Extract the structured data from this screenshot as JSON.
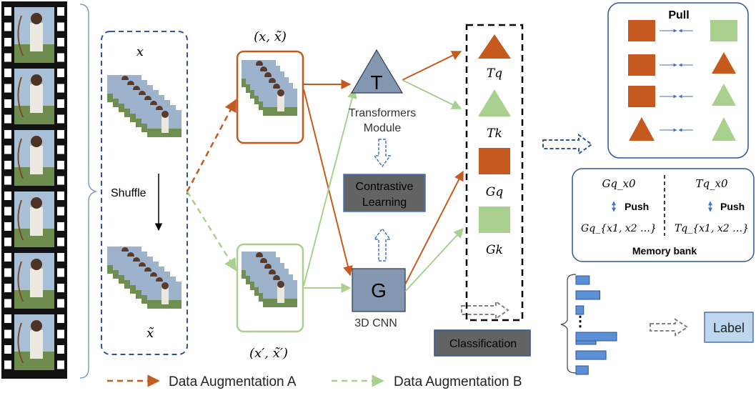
{
  "colors": {
    "orange": "#c65a1e",
    "green": "#a9d08e",
    "navy_dash": "#2f5597",
    "slate": "#8497b0",
    "dark_gray": "#636363",
    "label_blue": "#bdd7ee",
    "bar_blue": "#5b8fd6"
  },
  "video": {
    "x_label": "x",
    "x_tilde_label": "x̃",
    "shuffle_label": "Shuffle"
  },
  "aug": {
    "pair_a_label": "(x, x̃)",
    "pair_b_label": "(x′, x̃′)"
  },
  "transformer": {
    "letter": "T",
    "caption_line1": "Transformers",
    "caption_line2": "Module"
  },
  "cnn": {
    "letter": "G",
    "caption": "3D CNN"
  },
  "contrastive": {
    "line1": "Contrastive",
    "line2": "Learning"
  },
  "features": {
    "tq": "Tq",
    "tk": "Tk",
    "gq": "Gq",
    "gk": "Gk"
  },
  "pull_panel": {
    "title": "Pull"
  },
  "memory_bank": {
    "left_top": "Gq_x0",
    "left_bottom": "Gq_{x1, x2 …}",
    "right_top": "Tq_x0",
    "right_bottom": "Tq_{x1, x2 …}",
    "push_label": "Push",
    "title": "Memory bank"
  },
  "classification": {
    "label": "Classification",
    "bar_values": [
      0.35,
      0.62,
      0.2,
      0.95,
      0.52,
      0.78,
      0.32
    ],
    "ellipsis": "⋮",
    "output_label": "Label"
  },
  "legend": {
    "a_label": "Data Augmentation A",
    "b_label": "Data Augmentation B"
  }
}
